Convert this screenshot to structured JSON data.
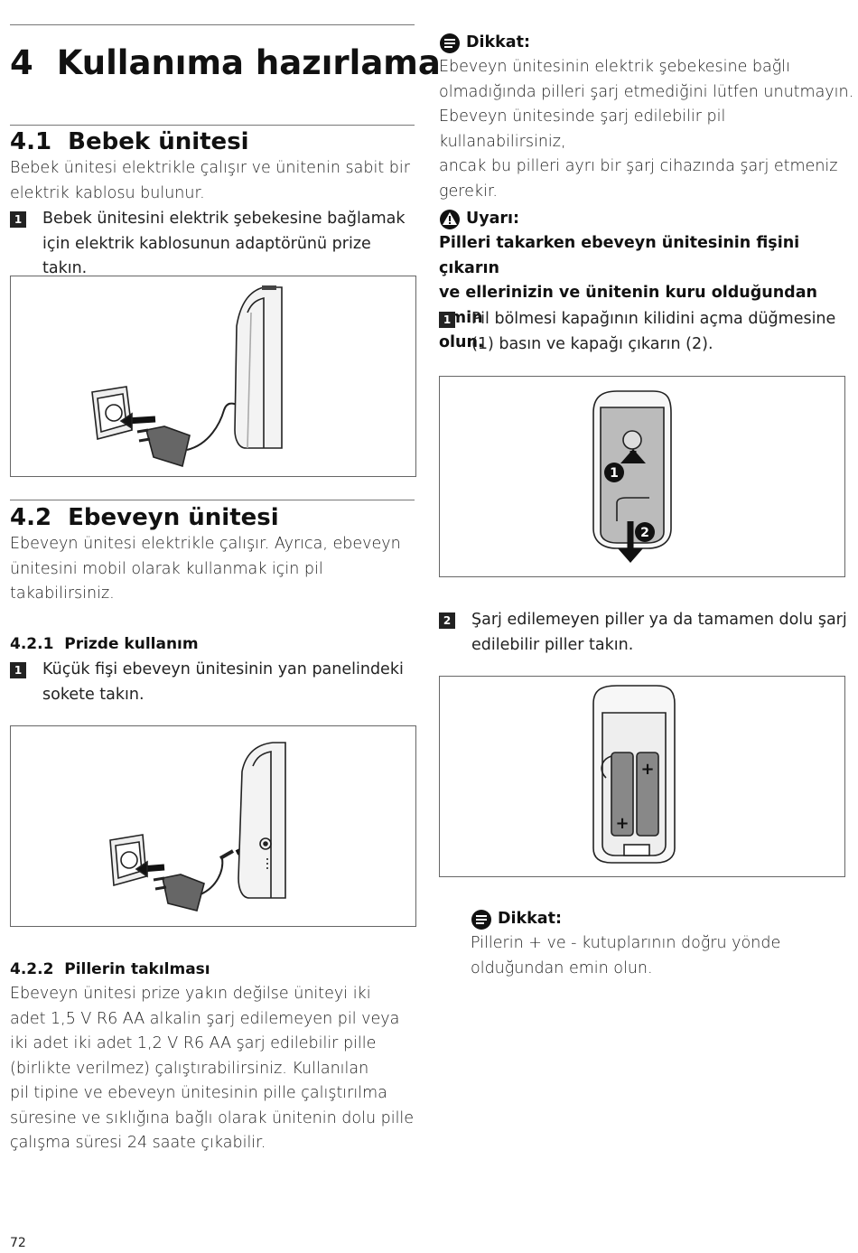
{
  "chapter": {
    "number": "4",
    "title": "Kullanıma hazırlama"
  },
  "s41": {
    "heading": "4.1  Bebek ünitesi",
    "intro_lines": [
      "Bebek ünitesi elektrikle çalışır ve ünitenin sabit bir",
      "elektrik kablosu bulunur."
    ],
    "step1": {
      "num": "1",
      "lines": [
        "Bebek ünitesini elektrik şebekesine bağlamak",
        "için elektrik kablosunun adaptörünü prize takın."
      ]
    }
  },
  "s42": {
    "heading": "4.2  Ebeveyn ünitesi",
    "intro_lines": [
      "Ebeveyn ünitesi elektrikle çalışır. Ayrıca, ebeveyn",
      "ünitesini mobil olarak kullanmak için pil",
      "takabilirsiniz."
    ]
  },
  "s421": {
    "heading": "4.2.1  Prizde kullanım",
    "step1": {
      "num": "1",
      "lines": [
        "Küçük fişi ebeveyn ünitesinin yan panelindeki",
        "sokete takın."
      ]
    }
  },
  "s422": {
    "heading": "4.2.2  Pillerin takılması",
    "lines": [
      "Ebeveyn ünitesi prize yakın değilse üniteyi iki",
      "adet 1,5 V R6 AA alkalin şarj edilemeyen pil veya",
      "iki adet iki adet 1,2 V R6 AA şarj edilebilir pille",
      "(birlikte verilmez) çalıştırabilirsiniz. Kullanılan",
      "pil tipine ve ebeveyn ünitesinin pille çalıştırılma",
      "süresine ve sıklığına bağlı olarak ünitenin dolu pille",
      "çalışma süresi 24 saate çıkabilir."
    ]
  },
  "note1": {
    "title": "Dikkat:",
    "lines": [
      "Ebeveyn ünitesinin elektrik şebekesine bağlı",
      "olmadığında pilleri şarj etmediğini lütfen unutmayın.",
      "Ebeveyn ünitesinde şarj edilebilir pil kullanabilirsiniz,",
      "ancak bu pilleri ayrı bir şarj cihazında şarj etmeniz",
      "gerekir."
    ]
  },
  "warning": {
    "title": "Uyarı:",
    "lines": [
      "Pilleri takarken ebeveyn ünitesinin fişini çıkarın",
      "ve ellerinizin ve ünitenin kuru olduğundan emin",
      "olun."
    ]
  },
  "right_steps": {
    "step1": {
      "num": "1",
      "lines": [
        "Pil bölmesi kapağının kilidini açma düğmesine",
        "(1) basın ve kapağı çıkarın (2)."
      ]
    },
    "step2": {
      "num": "2",
      "lines": [
        "Şarj edilemeyen piller ya da tamamen dolu şarj",
        "edilebilir piller takın."
      ]
    }
  },
  "fig_labels": {
    "one": "1",
    "two": "2",
    "plus": "+"
  },
  "note2": {
    "title": "Dikkat:",
    "lines": [
      "Pillerin + ve - kutuplarının doğru yönde",
      "olduğundan emin olun."
    ]
  },
  "page_number": "72"
}
